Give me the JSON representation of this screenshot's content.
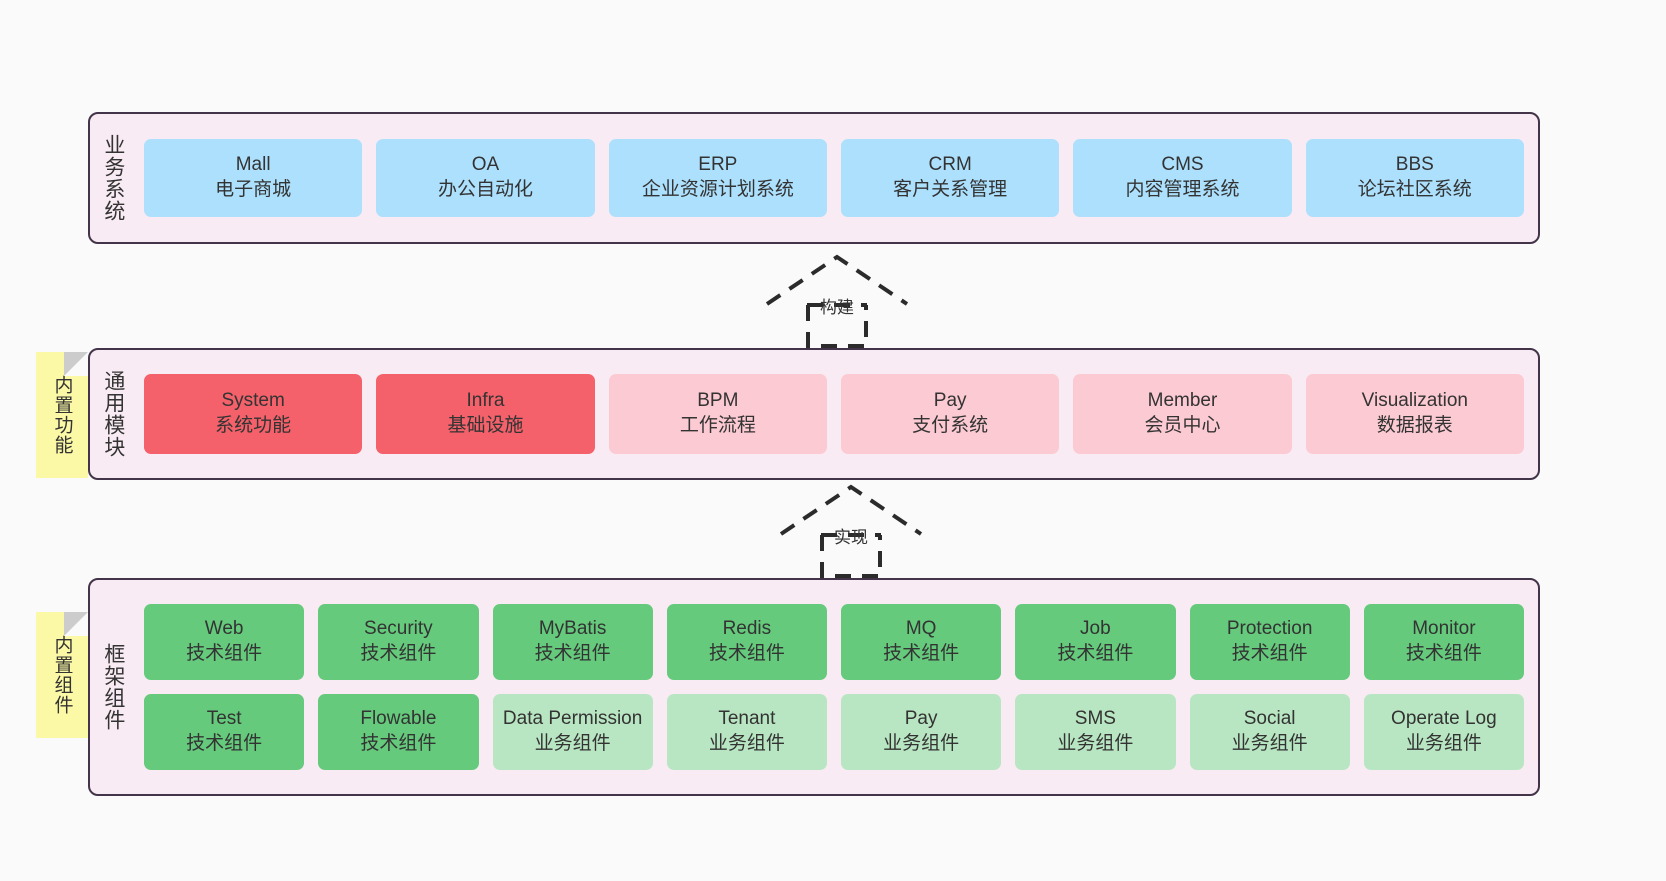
{
  "diagram": {
    "background": "#fafafa",
    "panel_background": "#f9ebf3",
    "panel_border": "#44344a",
    "note_background": "#fbf8a6"
  },
  "layers": {
    "business": {
      "title": "业务系统",
      "cards": [
        {
          "en": "Mall",
          "cn": "电子商城",
          "color": "#ace0fd"
        },
        {
          "en": "OA",
          "cn": "办公自动化",
          "color": "#ace0fd"
        },
        {
          "en": "ERP",
          "cn": "企业资源计划系统",
          "color": "#ace0fd"
        },
        {
          "en": "CRM",
          "cn": "客户关系管理",
          "color": "#ace0fd"
        },
        {
          "en": "CMS",
          "cn": "内容管理系统",
          "color": "#ace0fd"
        },
        {
          "en": "BBS",
          "cn": "论坛社区系统",
          "color": "#ace0fd"
        }
      ]
    },
    "modules": {
      "title": "通用模块",
      "cards": [
        {
          "en": "System",
          "cn": "系统功能",
          "color": "#f4616a"
        },
        {
          "en": "Infra",
          "cn": "基础设施",
          "color": "#f4616a"
        },
        {
          "en": "BPM",
          "cn": "工作流程",
          "color": "#fccad2"
        },
        {
          "en": "Pay",
          "cn": "支付系统",
          "color": "#fccad2"
        },
        {
          "en": "Member",
          "cn": "会员中心",
          "color": "#fccad2"
        },
        {
          "en": "Visualization",
          "cn": "数据报表",
          "color": "#fccad2"
        }
      ]
    },
    "framework": {
      "title": "框架组件",
      "row1": [
        {
          "en": "Web",
          "cn": "技术组件",
          "color": "#65ca7c"
        },
        {
          "en": "Security",
          "cn": "技术组件",
          "color": "#65ca7c"
        },
        {
          "en": "MyBatis",
          "cn": "技术组件",
          "color": "#65ca7c"
        },
        {
          "en": "Redis",
          "cn": "技术组件",
          "color": "#65ca7c"
        },
        {
          "en": "MQ",
          "cn": "技术组件",
          "color": "#65ca7c"
        },
        {
          "en": "Job",
          "cn": "技术组件",
          "color": "#65ca7c"
        },
        {
          "en": "Protection",
          "cn": "技术组件",
          "color": "#65ca7c"
        },
        {
          "en": "Monitor",
          "cn": "技术组件",
          "color": "#65ca7c"
        }
      ],
      "row2": [
        {
          "en": "Test",
          "cn": "技术组件",
          "color": "#65ca7c"
        },
        {
          "en": "Flowable",
          "cn": "技术组件",
          "color": "#65ca7c"
        },
        {
          "en": "Data Permission",
          "cn": "业务组件",
          "color": "#b9e6c2"
        },
        {
          "en": "Tenant",
          "cn": "业务组件",
          "color": "#b9e6c2"
        },
        {
          "en": "Pay",
          "cn": "业务组件",
          "color": "#b9e6c2"
        },
        {
          "en": "SMS",
          "cn": "业务组件",
          "color": "#b9e6c2"
        },
        {
          "en": "Social",
          "cn": "业务组件",
          "color": "#b9e6c2"
        },
        {
          "en": "Operate Log",
          "cn": "业务组件",
          "color": "#b9e6c2"
        }
      ]
    }
  },
  "notes": [
    {
      "label": "内置功能"
    },
    {
      "label": "内置组件"
    }
  ],
  "arrows": [
    {
      "label": "构建"
    },
    {
      "label": "实现"
    }
  ]
}
